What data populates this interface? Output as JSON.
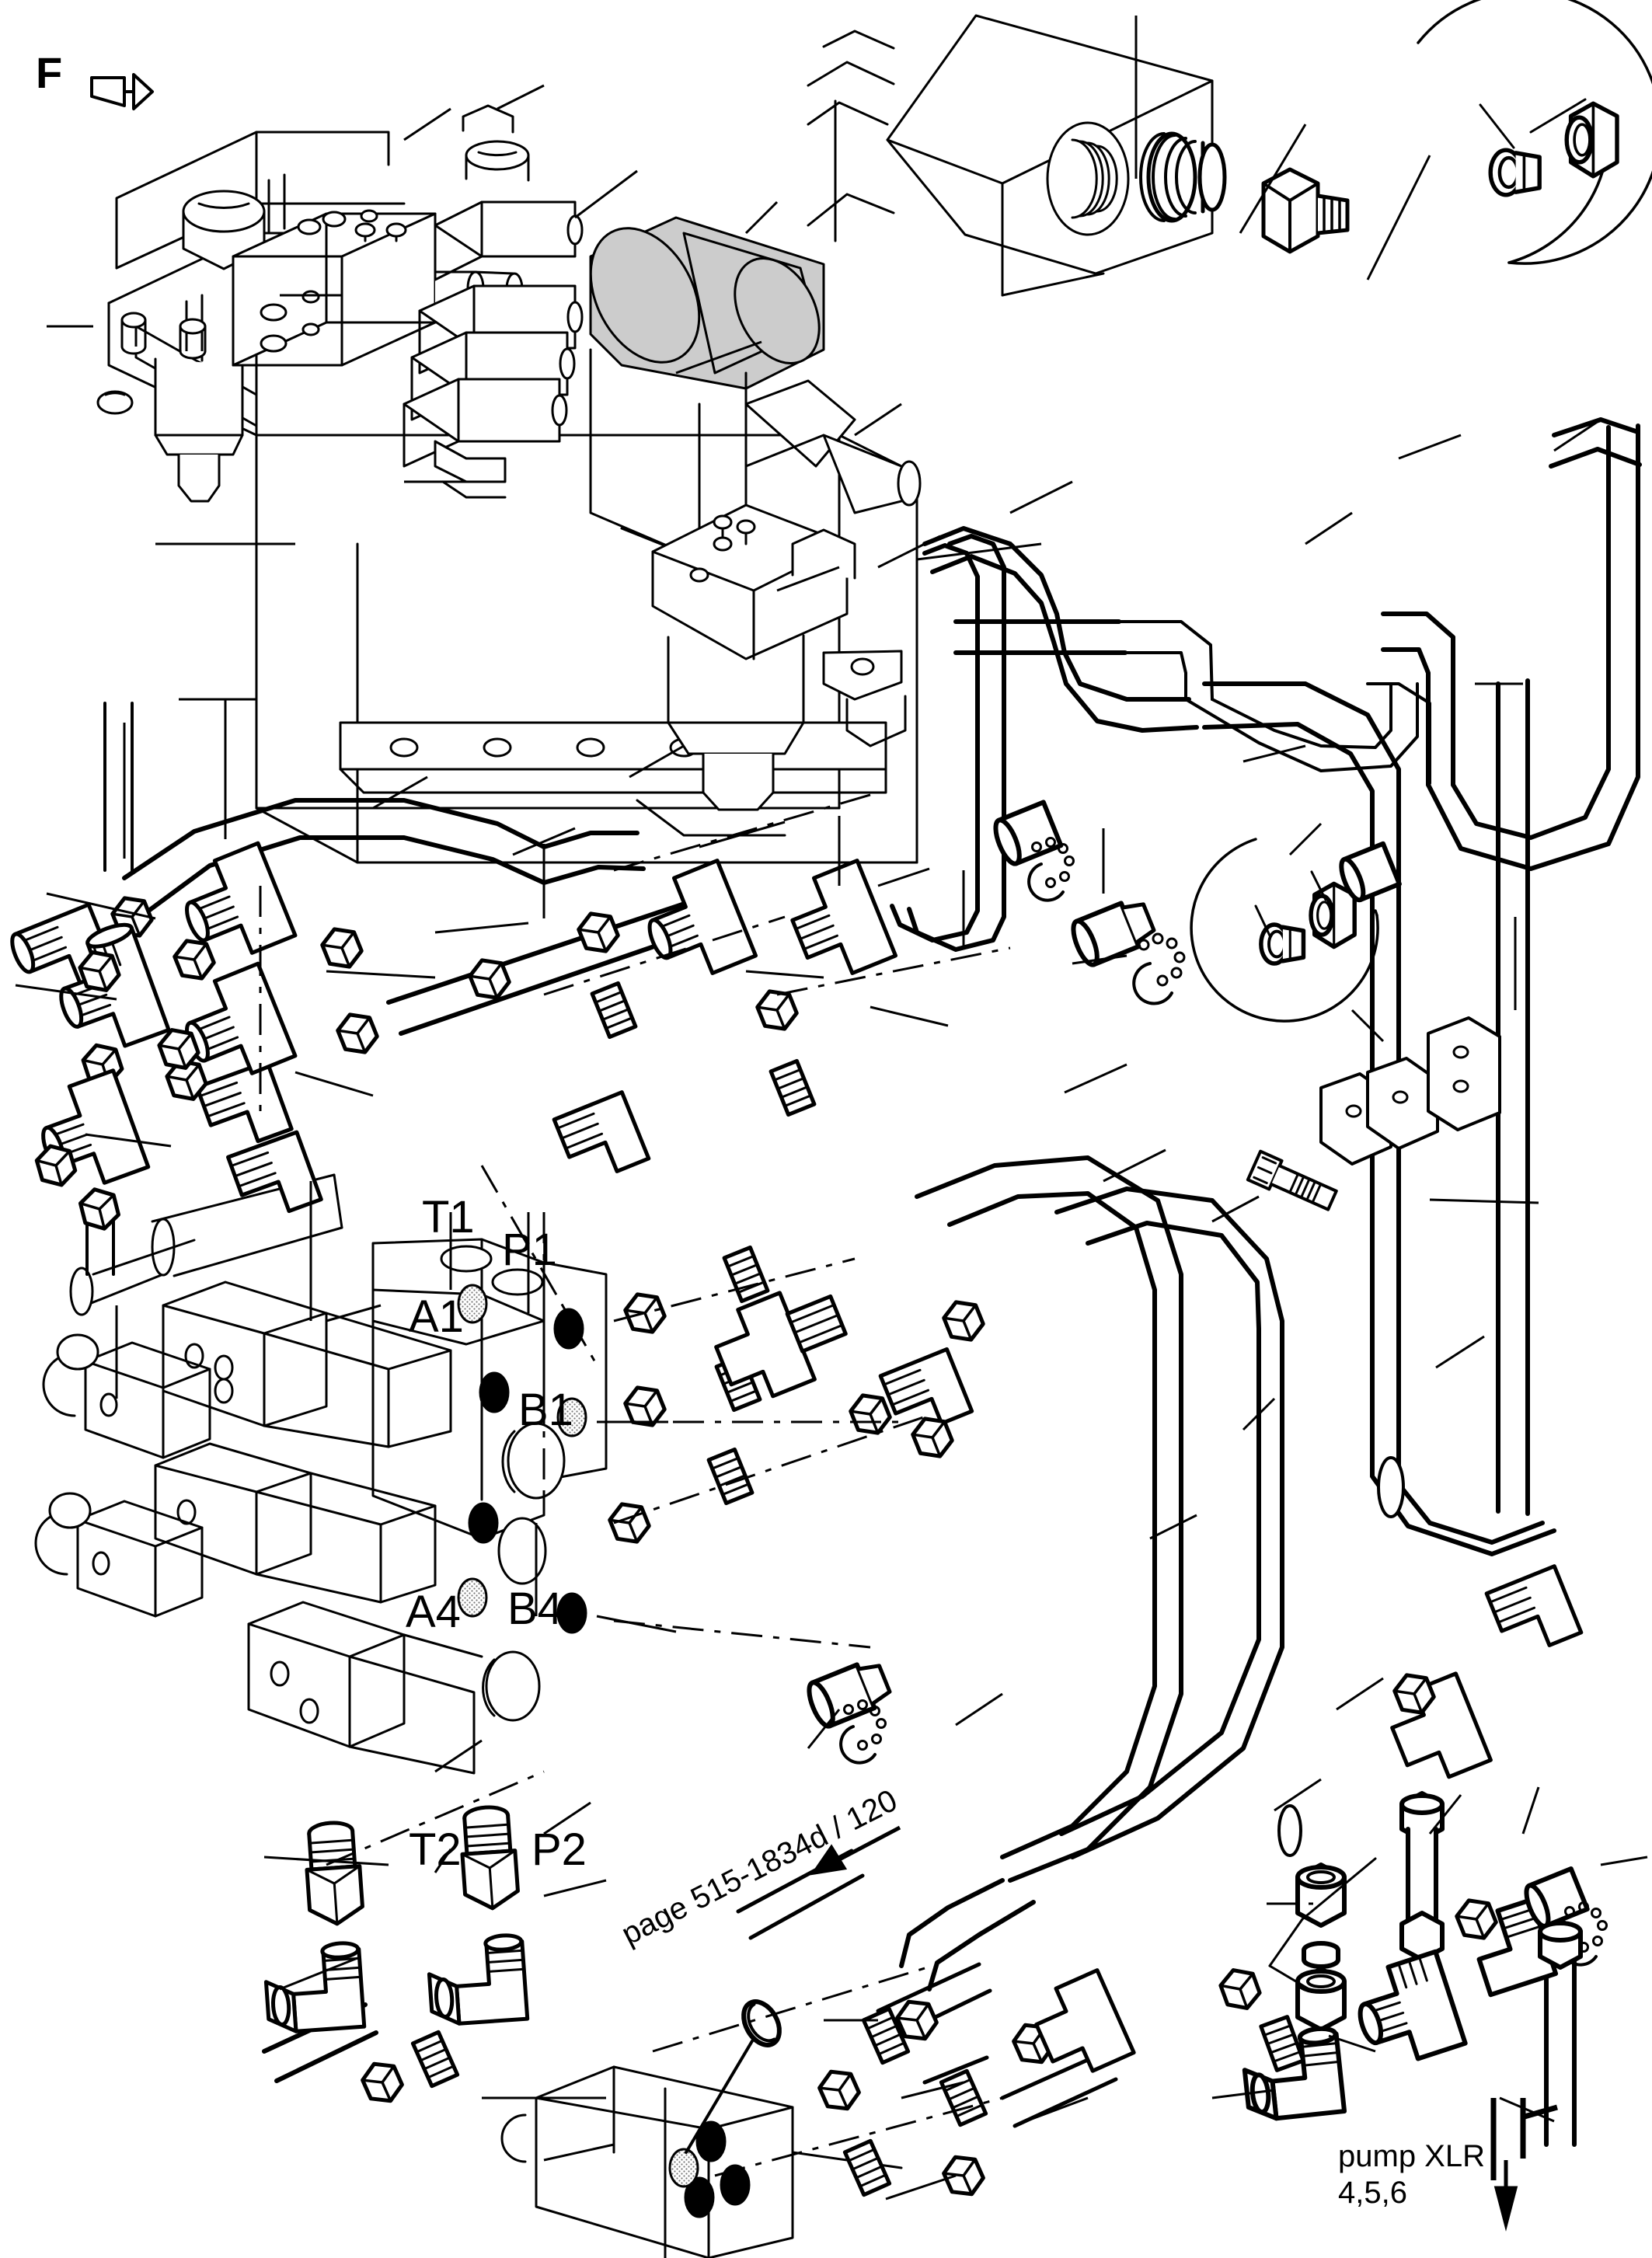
{
  "drawing": {
    "type": "exploded-parts-diagram",
    "subject": "hydraulic valve block, hoses and fittings assembly",
    "orientation_marker": {
      "letter": "F",
      "arrow": "arrow-right-down"
    },
    "port_labels": [
      {
        "id": "T1",
        "text": "T1"
      },
      {
        "id": "P1",
        "text": "P1"
      },
      {
        "id": "A1",
        "text": "A1"
      },
      {
        "id": "B1",
        "text": "B1"
      },
      {
        "id": "A4",
        "text": "A4"
      },
      {
        "id": "B4",
        "text": "B4"
      },
      {
        "id": "T2",
        "text": "T2"
      },
      {
        "id": "P2",
        "text": "P2"
      }
    ],
    "cross_reference": {
      "text": "page 515-1834d / 120",
      "arrow": "arrow-up-right"
    },
    "pump_note": {
      "line1": "pump XLR",
      "line2": "4,5,6",
      "arrow": "arrow-down"
    },
    "colors": {
      "line": "#000000",
      "background": "#ffffff",
      "shade_light": "#cccccc",
      "shade_mid": "#b3b3b3",
      "plug_dark": "#000000"
    }
  }
}
